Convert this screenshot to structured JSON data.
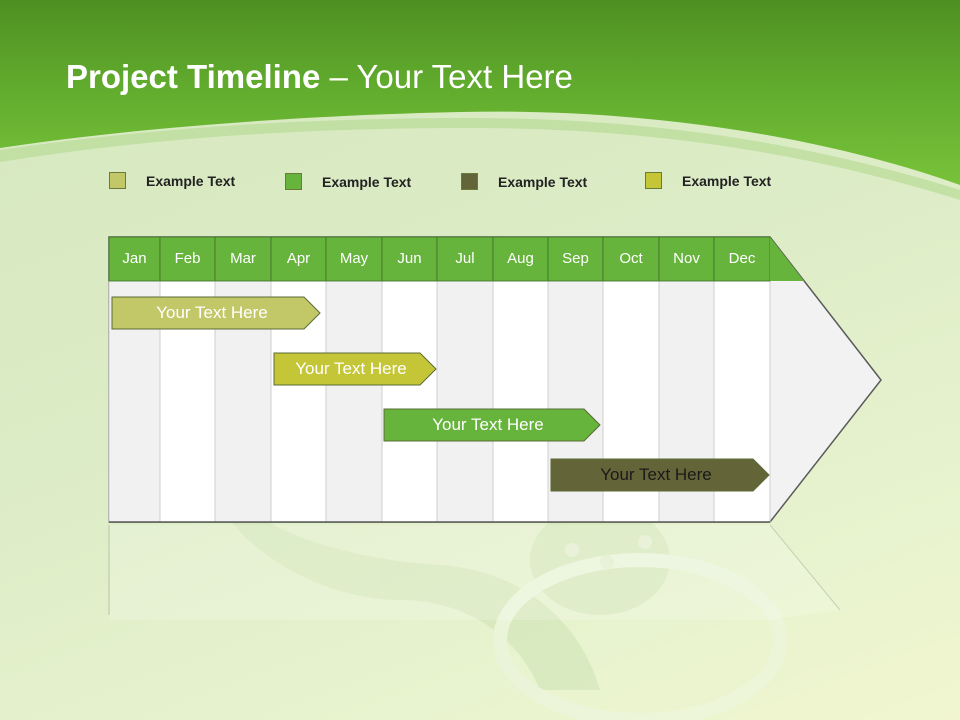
{
  "title": {
    "main": "Project Timeline",
    "rest": "– Your Text Here"
  },
  "legend": [
    {
      "label": "Example Text",
      "color": "#c2c767"
    },
    {
      "label": "Example Text",
      "color": "#66b43c"
    },
    {
      "label": "Example Text",
      "color": "#646439"
    },
    {
      "label": "Example Text",
      "color": "#c5c637"
    }
  ],
  "months": [
    "Jan",
    "Feb",
    "Mar",
    "Apr",
    "May",
    "Jun",
    "Jul",
    "Aug",
    "Sep",
    "Oct",
    "Nov",
    "Dec"
  ],
  "tasks": [
    {
      "label": "Your  Text Here",
      "color": "#c2c767",
      "text_color": "#ffffff"
    },
    {
      "label": "Your  Text Here",
      "color": "#c5c637",
      "text_color": "#ffffff"
    },
    {
      "label": "Your  Text Here",
      "color": "#66b43c",
      "text_color": "#ffffff"
    },
    {
      "label": "Your  Text Here",
      "color": "#646439",
      "text_color": "#1a1a1a"
    }
  ],
  "colors": {
    "header_green": "#66b43c",
    "top_green": "#5fa82c"
  }
}
